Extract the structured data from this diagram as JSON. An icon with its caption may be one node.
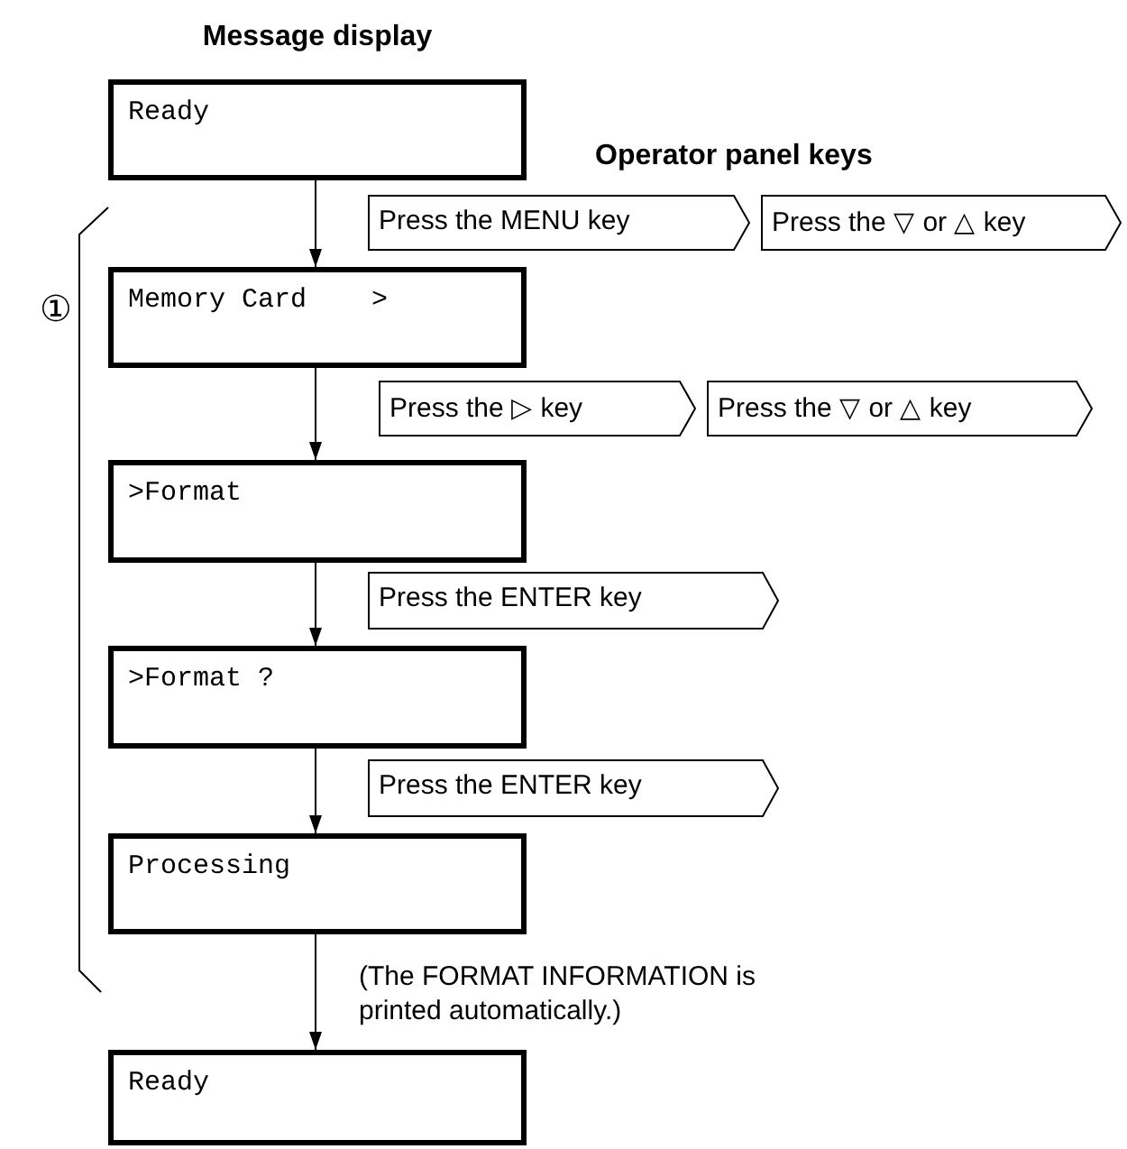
{
  "diagram": {
    "nodes": [
      {
        "text": [
          "Ready"
        ]
      },
      {
        "text": [
          "Press the MENU key"
        ]
      },
      {
        "text": [
          "Press the ▽ or △ key"
        ]
      },
      {
        "text": [
          "Memory Card    >"
        ]
      },
      {
        "text": [
          "Press the ▷ key"
        ]
      },
      {
        "text": [
          "Press the ▽ or △ key"
        ]
      },
      {
        "text": [
          ">Format"
        ]
      },
      {
        "text": [
          "Press the ENTER key"
        ]
      },
      {
        "text": [
          ">Format ?"
        ]
      },
      {
        "text": [
          "Press the ENTER key"
        ]
      },
      {
        "text": [
          "Processing"
        ]
      },
      {
        "text": [
          "Ready"
        ]
      }
    ],
    "edges": [
      {
        "from": 0,
        "to": 3,
        "arrow": "to"
      },
      {
        "from": 3,
        "to": 6,
        "arrow": "to"
      },
      {
        "from": 6,
        "to": 8,
        "arrow": "to"
      },
      {
        "from": 8,
        "to": 10,
        "arrow": "to"
      },
      {
        "from": 10,
        "to": 11,
        "arrow": "to",
        "label": "(The FORMAT INFORMATION is printed automatically.)"
      }
    ],
    "labels": [
      "Message display",
      "Operator panel keys",
      "①"
    ]
  }
}
